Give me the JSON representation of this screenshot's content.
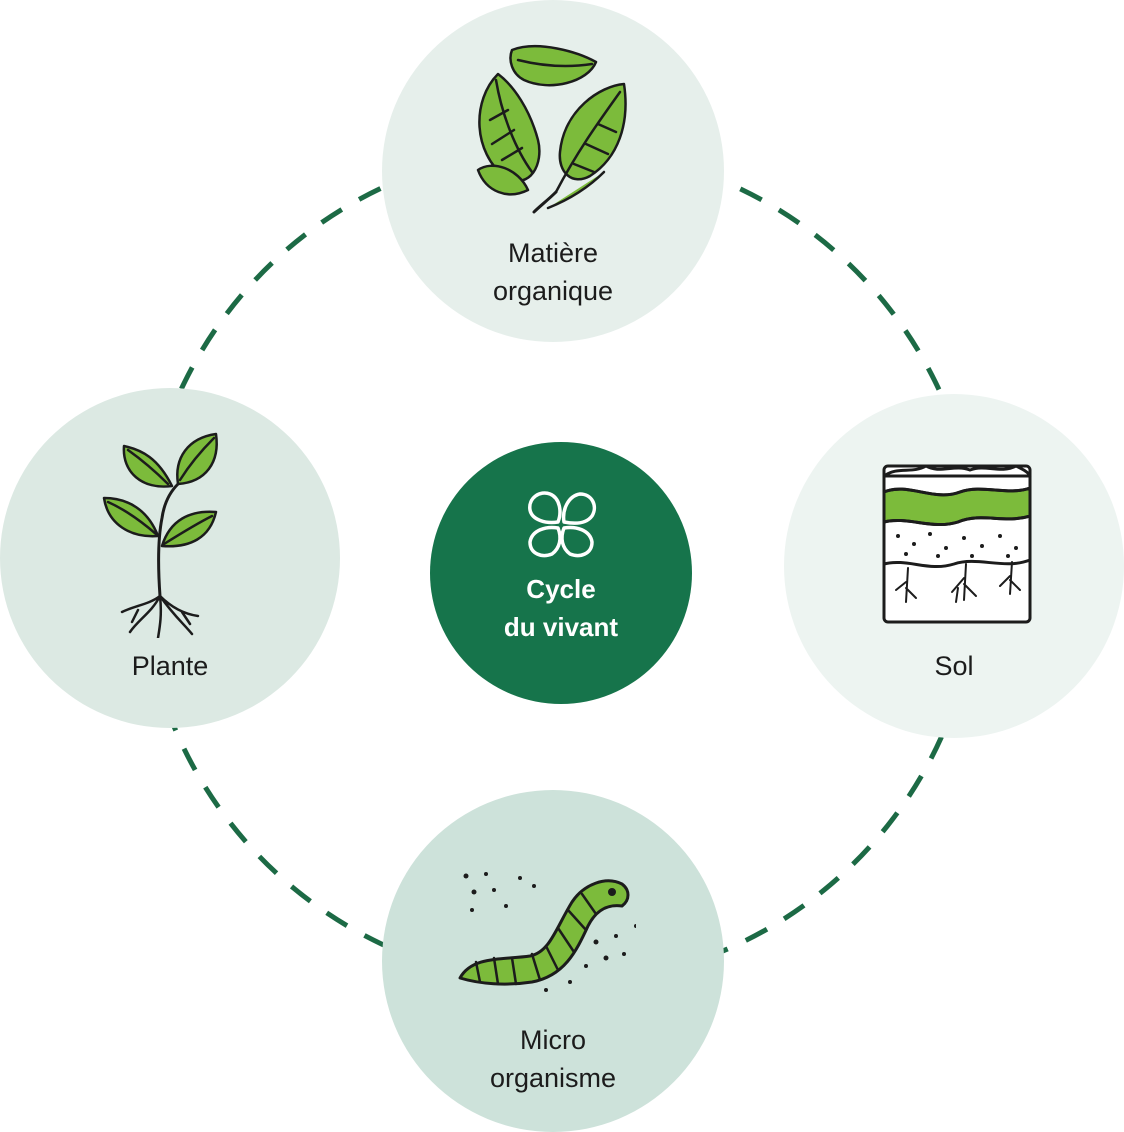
{
  "colors": {
    "ring": "#1c6a45",
    "center": "#16744b",
    "leaf_green": "#7cbb3b",
    "ink": "#1c1c1c"
  },
  "center": {
    "icon": "clover-icon",
    "line1": "Cycle",
    "line2": "du vivant"
  },
  "nodes": [
    {
      "id": "matiere-organique",
      "icon": "leaves-icon",
      "line1": "Matière",
      "line2": "organique"
    },
    {
      "id": "sol",
      "icon": "soil-layers-icon",
      "line1": "Sol",
      "line2": ""
    },
    {
      "id": "micro-organisme",
      "icon": "worm-icon",
      "line1": "Micro",
      "line2": "organisme"
    },
    {
      "id": "plante",
      "icon": "seedling-icon",
      "line1": "Plante",
      "line2": ""
    }
  ]
}
